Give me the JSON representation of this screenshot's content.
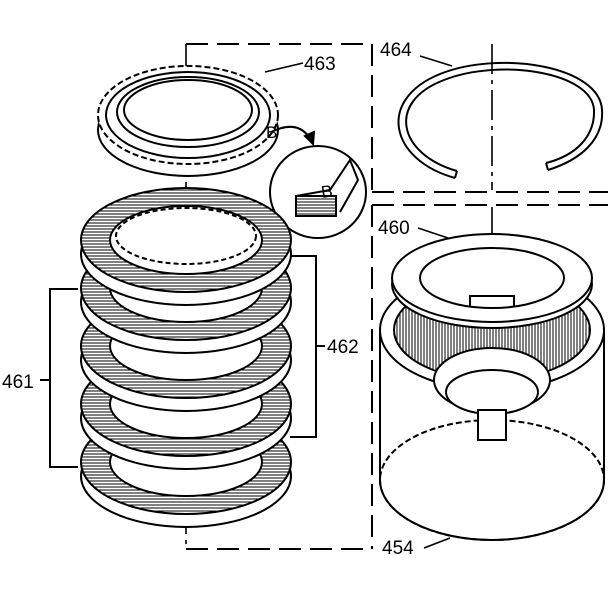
{
  "labels": {
    "p463": "463",
    "p464": "464",
    "p460": "460",
    "p462": "462",
    "p461": "461",
    "p454": "454",
    "detail_b": "B",
    "detail_b2": "B"
  },
  "colors": {
    "ink": "#000000",
    "paper": "#ffffff"
  }
}
